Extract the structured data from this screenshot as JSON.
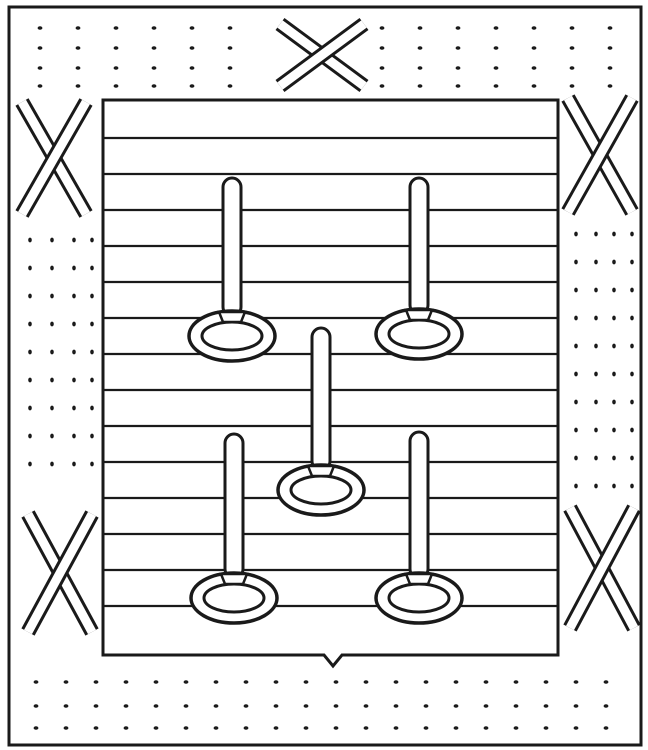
{
  "figure": {
    "ink_color": "#1a1a1a",
    "paper_color": "#ffffff",
    "elements": {
      "corner_crosses": [
        "top-center",
        "left-top",
        "right-top",
        "left-bottom",
        "right-bottom"
      ],
      "keys": [
        "top-left",
        "top-right",
        "center",
        "bottom-left",
        "bottom-right"
      ],
      "shield_stripes": 14
    }
  }
}
